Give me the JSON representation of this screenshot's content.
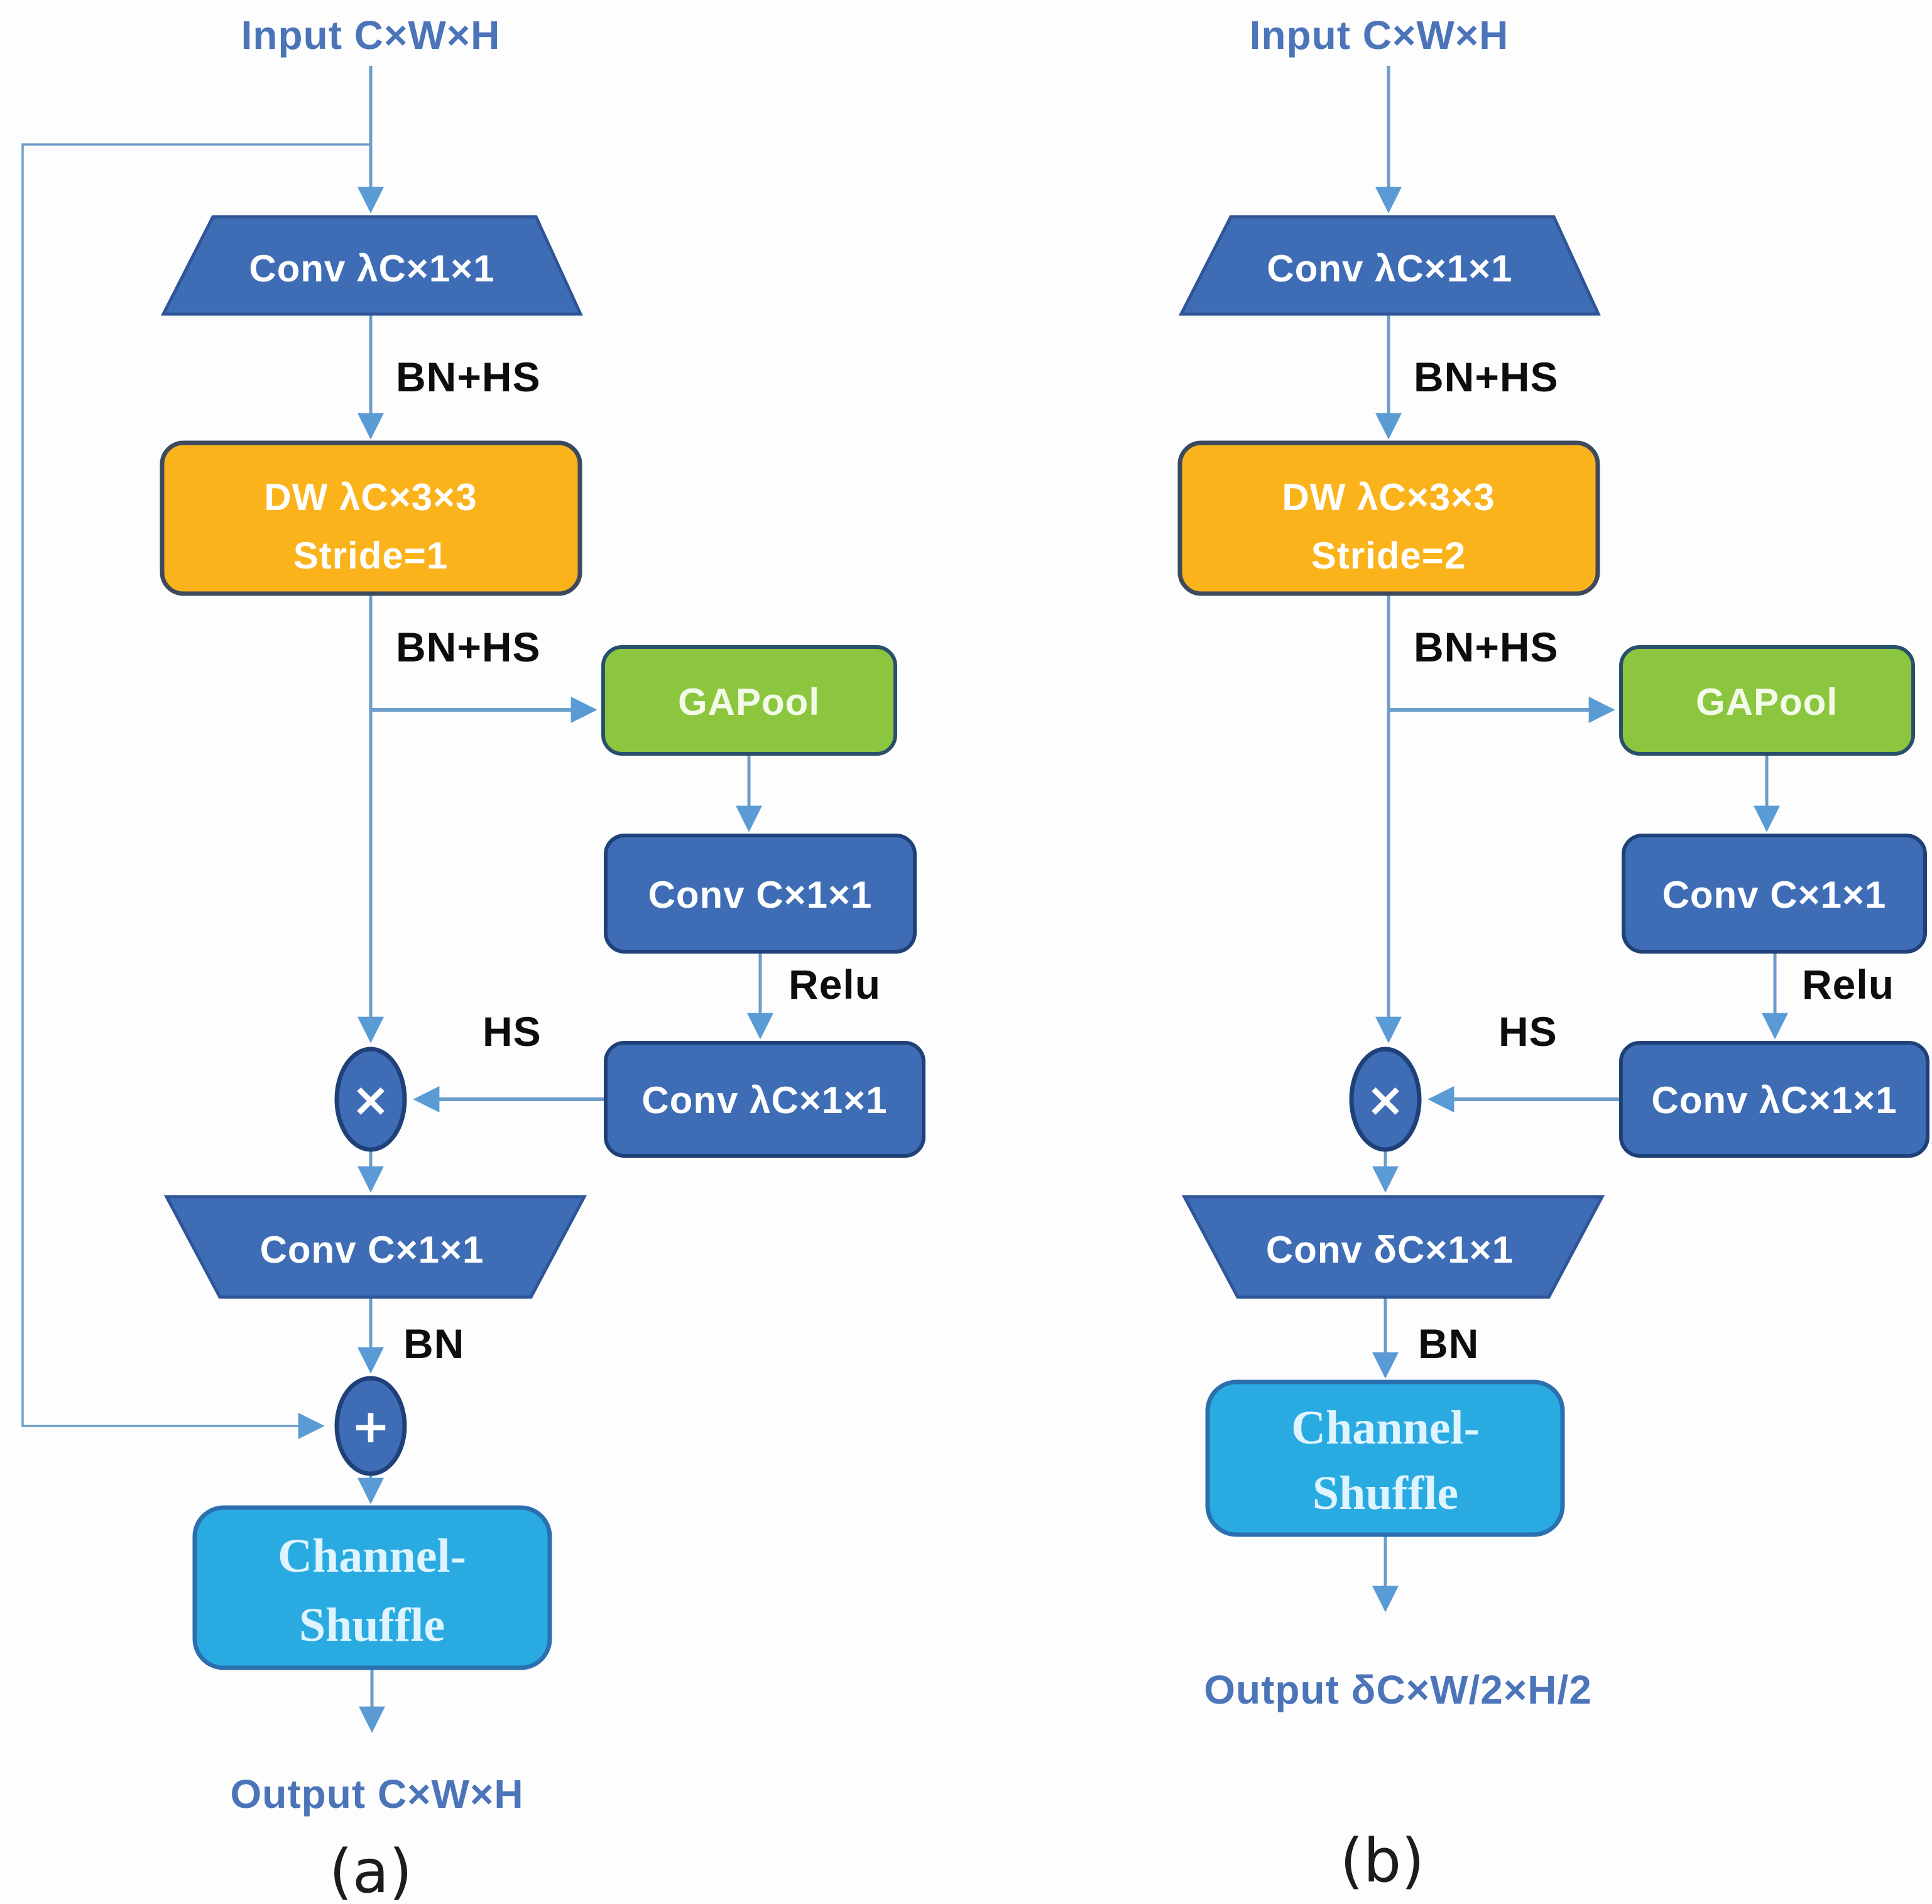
{
  "figure": {
    "description": "Two building blocks of a lightweight CNN with squeeze-excitation branch and channel shuffle",
    "colors": {
      "bg": "#fdfdfe",
      "blue": "#3e6db5",
      "blue-border": "#2e5597",
      "navy": "#1f4078",
      "orange": "#fbb31c",
      "slate": "#3d4a5d",
      "green": "#8cc63f",
      "green-border": "#28506b",
      "cyan": "#29abe2",
      "cyan-border": "#2a6fae",
      "cyan-text": "#dff4ff",
      "line": "#6d9dc9",
      "arrow": "#5b9bd5",
      "io": "#4c74b9"
    }
  },
  "block_a": {
    "input": "Input C×W×H",
    "conv_expand": "Conv  λC×1×1",
    "bn_hs_1": "BN+HS",
    "dw_line1": "DW  λC×3×3",
    "dw_line2": "Stride=1",
    "bn_hs_2": "BN+HS",
    "gapool": "GAPool",
    "se_conv1": "Conv C×1×1",
    "relu": "Relu",
    "se_conv2": "Conv  λC×1×1",
    "hs": "HS",
    "multiply": "×",
    "conv_project": "Conv C×1×1",
    "bn": "BN",
    "add": "+",
    "shuffle_line1": "Channel-",
    "shuffle_line2": "Shuffle",
    "output": "Output C×W×H",
    "caption": "(a)"
  },
  "block_b": {
    "input": "Input C×W×H",
    "conv_expand": "Conv  λC×1×1",
    "bn_hs_1": "BN+HS",
    "dw_line1": "DW  λC×3×3",
    "dw_line2": "Stride=2",
    "bn_hs_2": "BN+HS",
    "gapool": "GAPool",
    "se_conv1": "Conv C×1×1",
    "relu": "Relu",
    "se_conv2": "Conv  λC×1×1",
    "hs": "HS",
    "multiply": "×",
    "conv_project": "Conv δC×1×1",
    "bn": "BN",
    "shuffle_line1": "Channel-",
    "shuffle_line2": "Shuffle",
    "output": "Output δC×W/2×H/2",
    "caption": "(b)"
  }
}
